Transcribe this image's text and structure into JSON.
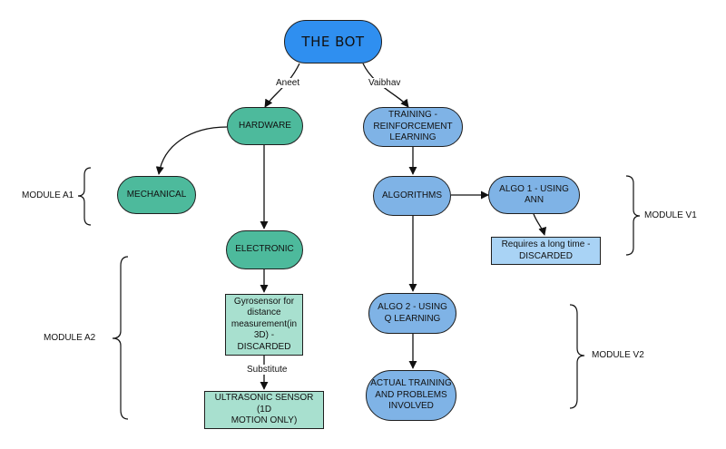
{
  "nodes": {
    "root": "THE BOT",
    "hardware": "HARDWARE",
    "training": "TRAINING -\nREINFORCEMENT\nLEARNING",
    "mechanical": "MECHANICAL",
    "algorithms": "ALGORITHMS",
    "algo1": "ALGO 1 - USING\nANN",
    "discarded_ann": "Requires a long time -\nDISCARDED",
    "electronic": "ELECTRONIC",
    "gyro": "Gyrosensor for\ndistance\nmeasurement(in\n3D) -\nDISCARDED",
    "algo2": "ALGO 2 - USING\nQ LEARNING",
    "ultrasonic": "ULTRASONIC SENSOR (1D\nMOTION ONLY)",
    "actual_training": "ACTUAL TRAINING\nAND PROBLEMS\nINVOLVED"
  },
  "edge_labels": {
    "aneet": "Aneet",
    "vaibhav": "Vaibhav",
    "substitute": "Substitute"
  },
  "modules": {
    "a1": "MODULE A1",
    "a2": "MODULE A2",
    "v1": "MODULE V1",
    "v2": "MODULE V2"
  },
  "colors": {
    "root": "#2f8ff0",
    "training_branch": "#7fb3e6",
    "hardware_branch": "#4dba9c",
    "hardware_boxes": "#a8e0cf",
    "discarded_box": "#a9d3f5"
  }
}
